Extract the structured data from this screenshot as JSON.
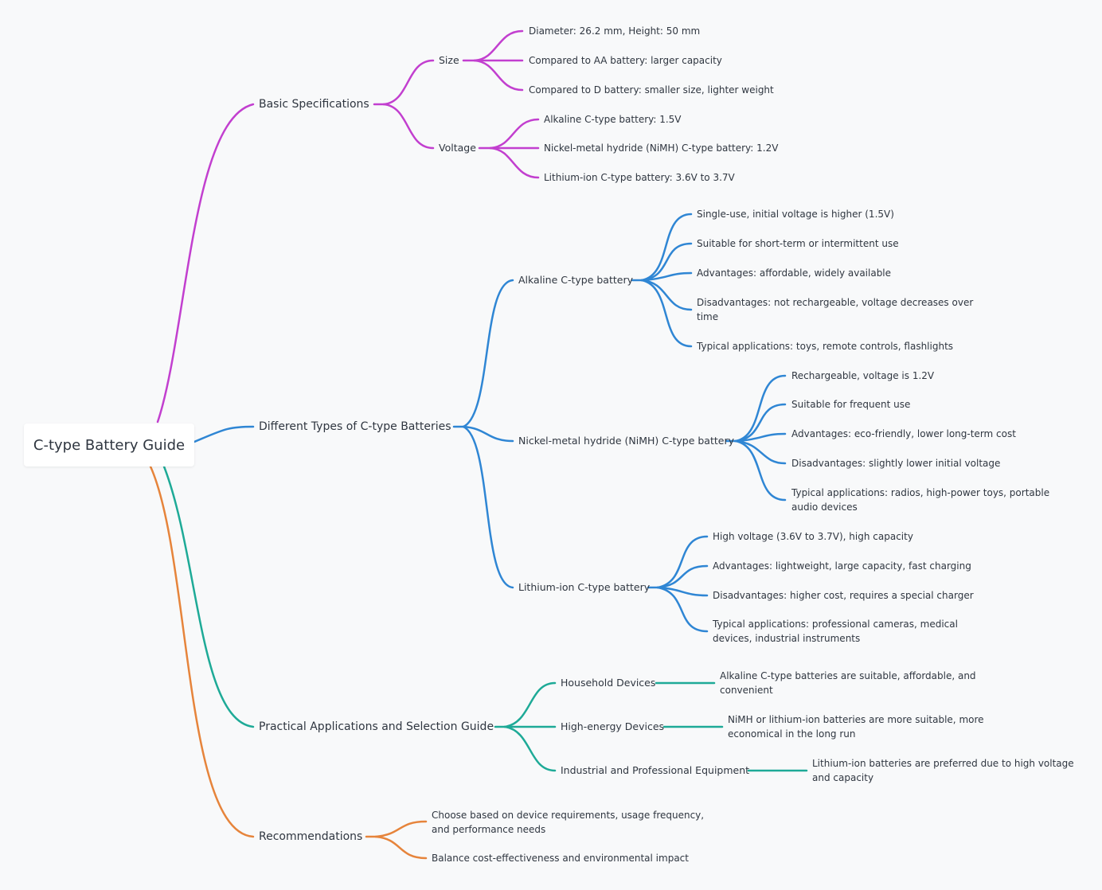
{
  "title": "C-type Battery Guide",
  "colors": {
    "specs": "#c23fcf",
    "types": "#2f86d4",
    "apps": "#1eaa97",
    "recs": "#e6843b"
  },
  "branches": {
    "specs": {
      "label": "Basic Specifications",
      "size": {
        "label": "Size",
        "items": [
          "Diameter: 26.2 mm, Height: 50 mm",
          "Compared to AA battery: larger capacity",
          "Compared to D battery: smaller size, lighter weight"
        ]
      },
      "voltage": {
        "label": "Voltage",
        "items": [
          "Alkaline C-type battery: 1.5V",
          "Nickel-metal hydride (NiMH) C-type battery: 1.2V",
          "Lithium-ion C-type battery: 3.6V to 3.7V"
        ]
      }
    },
    "types": {
      "label": "Different Types of C-type Batteries",
      "alkaline": {
        "label": "Alkaline C-type battery",
        "items": [
          "Single-use, initial voltage is higher (1.5V)",
          "Suitable for short-term or intermittent use",
          "Advantages: affordable, widely available",
          "Disadvantages: not rechargeable, voltage decreases over time",
          "Typical applications: toys, remote controls, flashlights"
        ]
      },
      "nimh": {
        "label": "Nickel-metal hydride (NiMH) C-type battery",
        "items": [
          "Rechargeable, voltage is 1.2V",
          "Suitable for frequent use",
          "Advantages: eco-friendly, lower long-term cost",
          "Disadvantages: slightly lower initial voltage",
          "Typical applications: radios, high-power toys, portable audio devices"
        ]
      },
      "lithium": {
        "label": "Lithium-ion C-type battery",
        "items": [
          "High voltage (3.6V to 3.7V), high capacity",
          "Advantages: lightweight, large capacity, fast charging",
          "Disadvantages: higher cost, requires a special charger",
          "Typical applications: professional cameras, medical devices, industrial instruments"
        ]
      }
    },
    "apps": {
      "label": "Practical Applications and Selection Guide",
      "household": {
        "label": "Household Devices",
        "item": "Alkaline C-type batteries are suitable, affordable, and convenient"
      },
      "highenergy": {
        "label": "High-energy Devices",
        "item": "NiMH or lithium-ion batteries are more suitable, more economical in the long run"
      },
      "industrial": {
        "label": "Industrial and Professional Equipment",
        "item": "Lithium-ion batteries are preferred due to high voltage and capacity"
      }
    },
    "recs": {
      "label": "Recommendations",
      "items": [
        "Choose based on device requirements, usage frequency, and performance needs",
        "Balance cost-effectiveness and environmental impact"
      ]
    }
  }
}
